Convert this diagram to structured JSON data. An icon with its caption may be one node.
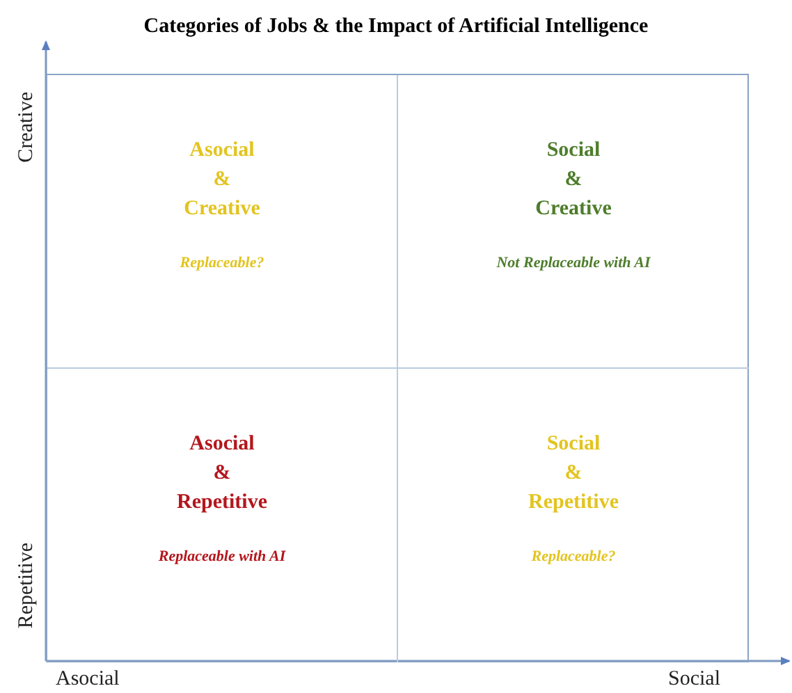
{
  "diagram": {
    "title": "Categories of Jobs & the Impact of Artificial Intelligence",
    "nodes": [
      {
        "text": [
          "Asocial & Creative",
          "Replaceable?"
        ]
      },
      {
        "text": [
          "Social & Creative",
          "Not Replaceable with AI"
        ]
      },
      {
        "text": [
          "Asocial & Repetitive",
          "Replaceable with AI"
        ]
      },
      {
        "text": [
          "Social & Repetitive",
          "Replaceable?"
        ]
      }
    ],
    "labels": [
      "Creative",
      "Repetitive",
      "Asocial",
      "Social"
    ]
  }
}
